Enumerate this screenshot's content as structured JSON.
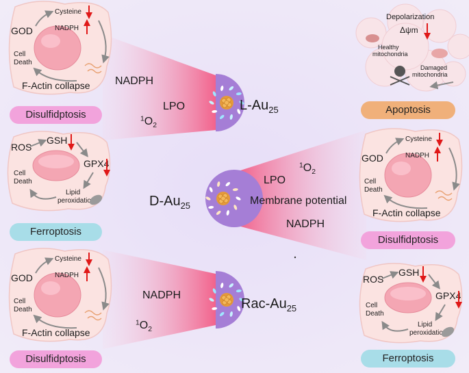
{
  "left_panels": [
    {
      "type": "disulfidptosis",
      "cell_labels": {
        "cysteine": "Cysteine",
        "nadph": "NADPH",
        "god": "GOD",
        "cell_death_1": "Cell",
        "cell_death_2": "Death",
        "actin": "F-Actin collapse"
      },
      "pill": "Disulfidptosis",
      "pill_color": "#f2a3dc"
    },
    {
      "type": "ferroptosis",
      "cell_labels": {
        "ros": "ROS",
        "gsh": "GSH",
        "gpx4": "GPX4",
        "cell_death_1": "Cell",
        "cell_death_2": "Death",
        "lipid_1": "Lipid",
        "lipid_2": "peroxidation"
      },
      "pill": "Ferroptosis",
      "pill_color": "#a8dde8"
    },
    {
      "type": "disulfidptosis",
      "cell_labels": {
        "cysteine": "Cysteine",
        "nadph": "NADPH",
        "god": "GOD",
        "cell_death_1": "Cell",
        "cell_death_2": "Death",
        "actin": "F-Actin collapse"
      },
      "pill": "Disulfidptosis",
      "pill_color": "#f2a3dc"
    }
  ],
  "right_panels": [
    {
      "type": "apoptosis",
      "cell_labels": {
        "depolarization": "Depolarization",
        "delta_psi": "Δψm",
        "healthy_1": "Healthy",
        "healthy_2": "mitochondria",
        "damaged_1": "Damaged",
        "damaged_2": "mitochondria"
      },
      "pill": "Apoptosis",
      "pill_color": "#f0b07a"
    },
    {
      "type": "disulfidptosis",
      "cell_labels": {
        "cysteine": "Cysteine",
        "nadph": "NADPH",
        "god": "GOD",
        "cell_death_1": "Cell",
        "cell_death_2": "Death",
        "actin": "F-Actin collapse"
      },
      "pill": "Disulfidptosis",
      "pill_color": "#f2a3dc"
    },
    {
      "type": "ferroptosis",
      "cell_labels": {
        "ros": "ROS",
        "gsh": "GSH",
        "gpx4": "GPX4",
        "cell_death_1": "Cell",
        "cell_death_2": "Death",
        "lipid_1": "Lipid",
        "lipid_2": "peroxidation"
      },
      "pill": "Ferroptosis",
      "pill_color": "#a8dde8"
    }
  ],
  "clusters": [
    {
      "name_main": "L-Au",
      "name_sub": "25",
      "mechanisms": [
        "NADPH",
        "LPO",
        "1O2"
      ]
    },
    {
      "name_main": "D-Au",
      "name_sub": "25",
      "mechanisms": [
        "1O2",
        "LPO",
        "Membrane potential",
        "NADPH"
      ]
    },
    {
      "name_main": "Rac-Au",
      "name_sub": "25",
      "mechanisms": [
        "NADPH",
        "1O2"
      ]
    }
  ],
  "colors": {
    "background": "#ece7f6",
    "cluster_half": "#a57ed6",
    "beam": "#f26b8f",
    "cell_fill": "#fbe3e1",
    "nucleus": "#f4a6b3",
    "arrow_red": "#e01818",
    "arrow_grey": "#8a8a8a"
  },
  "icons": [
    "gold-nanocluster-icon",
    "bacteria-icon",
    "skull-icon",
    "mitochondria-icon"
  ]
}
